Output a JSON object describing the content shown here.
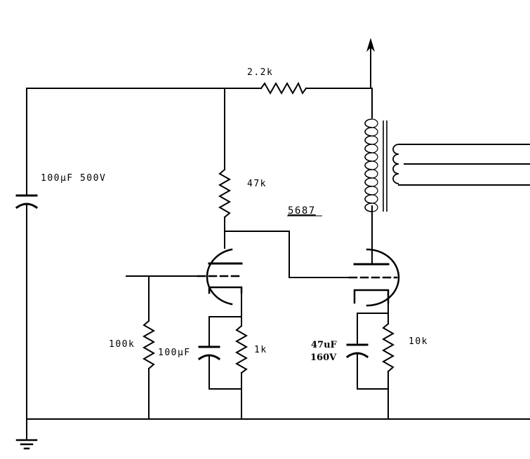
{
  "labels": {
    "r_2k2": "2.2k",
    "r_47k": "47k",
    "c_100uf_500v": "100µF 500V",
    "tube": "5687",
    "r_100k": "100k",
    "c_100uf": "100µF",
    "r_1k": "1k",
    "c_47uf_line1": "47uF",
    "c_47uf_line2": "160V",
    "r_10k": "10k"
  }
}
